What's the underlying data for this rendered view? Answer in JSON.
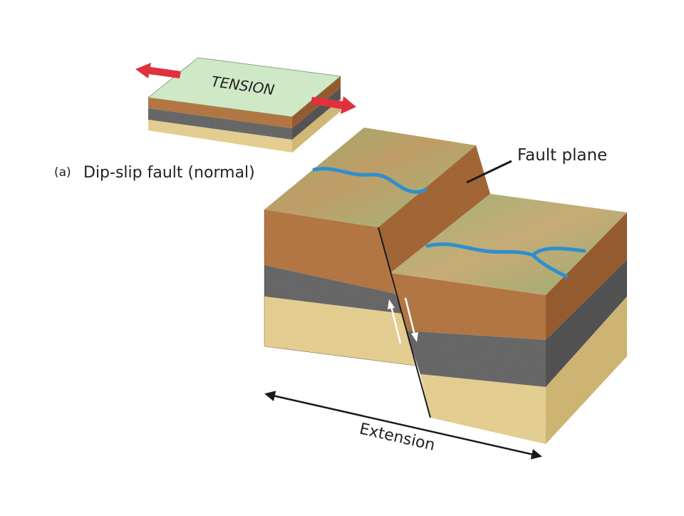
{
  "figure": {
    "caption_letter": "(a)",
    "caption_title": "Dip-slip fault (normal)",
    "inset_label": "TENSION",
    "fault_plane_label": "Fault plane",
    "extension_label": "Extension"
  },
  "colors": {
    "surface_green": "#cfe9c7",
    "soil_brown": "#b97b46",
    "soil_brown_dark": "#9a5f31",
    "rock_gray": "#6b6b6b",
    "sand": "#ecd596",
    "water_blue": "#2f8fd0",
    "tension_arrow": "#e0313d",
    "outline": "#1a1a1a"
  }
}
